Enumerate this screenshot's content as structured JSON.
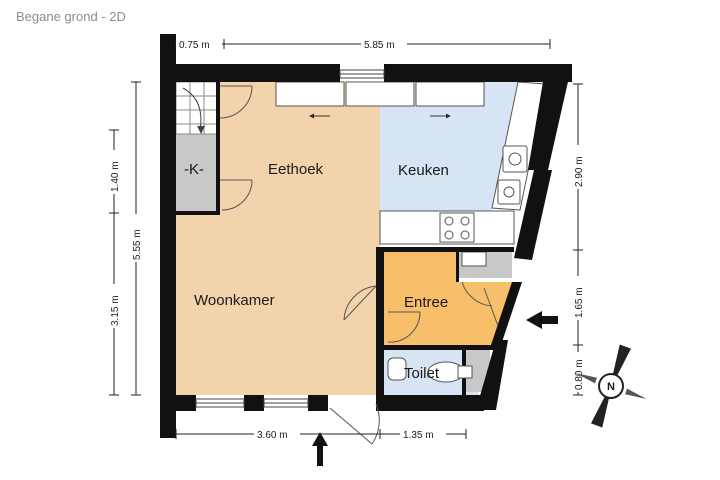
{
  "header": {
    "title": "Begane grond - 2D"
  },
  "rooms": {
    "eethoek": "Eethoek",
    "keuken": "Keuken",
    "woonkamer": "Woonkamer",
    "entree": "Entree",
    "toilet": "Toilet",
    "kast": "-K-"
  },
  "dimensions": {
    "top_small": "0.75 m",
    "top_width": "5.85 m",
    "left_upper": "1.40 m",
    "left_total": "5.55 m",
    "left_lower": "3.15 m",
    "right_upper": "2.90 m",
    "right_middle": "1.65 m",
    "right_lower": "0.80 m",
    "bottom_left": "3.60 m",
    "bottom_right": "1.35 m"
  },
  "compass": {
    "label": "N"
  },
  "colors": {
    "woonkamer": "#f2d3ab",
    "keuken": "#d6e4f4",
    "entree": "#f8bf6a",
    "toilet": "#d6e4f4",
    "kast": "#c8c8c8",
    "wall": "#111111"
  }
}
